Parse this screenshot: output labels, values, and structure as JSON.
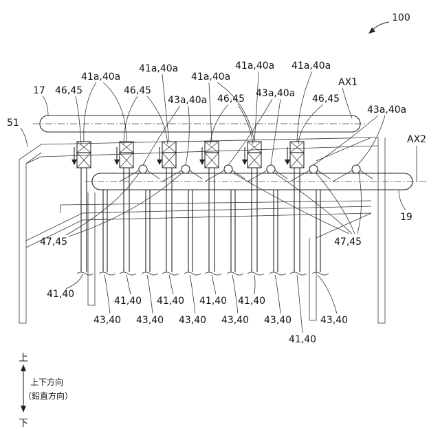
{
  "figure": {
    "ref_main": "100",
    "ref_frame": "51",
    "ref_rod_upper": "17",
    "ref_rod_lower": "19",
    "axis_upper": "AX1",
    "axis_lower": "AX2",
    "lbl_41a40a": "41a,40a",
    "lbl_43a40a": "43a,40a",
    "lbl_4645": "46,45",
    "lbl_4745": "47,45",
    "lbl_4140": "41,40",
    "lbl_4340": "43,40",
    "dir_up": "上",
    "dir_down": "下",
    "dir_caption_1": "上下方向",
    "dir_caption_2": "（鉛直方向）"
  }
}
